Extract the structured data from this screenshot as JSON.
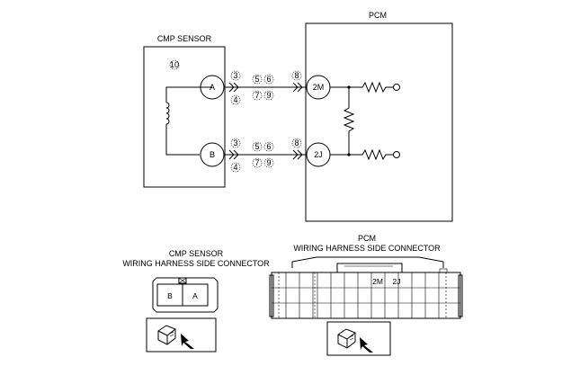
{
  "schematic": {
    "cmp_sensor_title": "CMP SENSOR",
    "pcm_title": "PCM",
    "sensor_number_label": "10",
    "sensor_terminals": [
      "A",
      "B"
    ],
    "pcm_terminals": [
      "2M",
      "2J"
    ],
    "harness_codes": {
      "upper_top": [
        "3",
        "5",
        "6",
        "8"
      ],
      "upper_bottom": [
        "4",
        "7",
        "9"
      ],
      "lower_top": [
        "3",
        "5",
        "6",
        "8"
      ],
      "lower_bottom": [
        "4",
        "7",
        "9"
      ]
    }
  },
  "connectors": {
    "cmp": {
      "title_line1": "CMP SENSOR",
      "title_line2": "WIRING HARNESS SIDE CONNECTOR",
      "cells": [
        "B",
        "A"
      ]
    },
    "pcm": {
      "title_line1": "PCM",
      "title_line2": "WIRING HARNESS SIDE CONNECTOR",
      "cells": [
        "2M",
        "2J"
      ]
    }
  }
}
